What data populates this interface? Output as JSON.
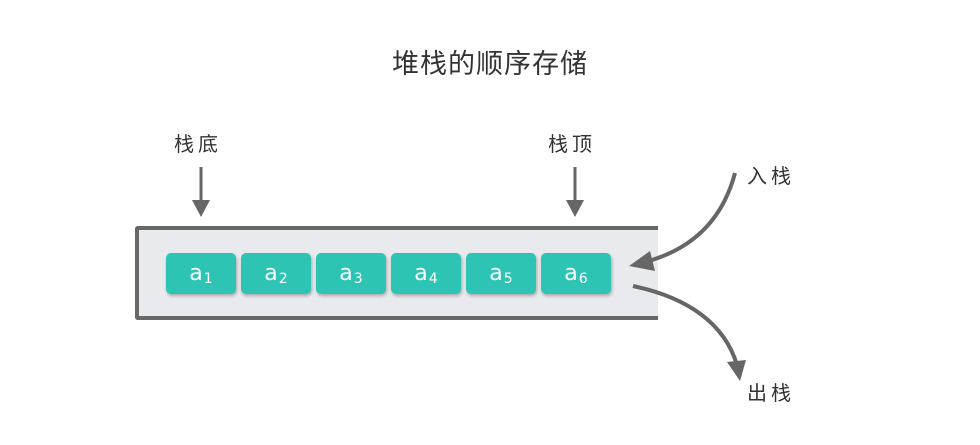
{
  "title": "堆栈的顺序存储",
  "labels": {
    "bottom": "栈底",
    "top": "栈顶",
    "push": "入栈",
    "pop": "出栈"
  },
  "cells": [
    {
      "base": "a",
      "sub": "1"
    },
    {
      "base": "a",
      "sub": "2"
    },
    {
      "base": "a",
      "sub": "3"
    },
    {
      "base": "a",
      "sub": "4"
    },
    {
      "base": "a",
      "sub": "5"
    },
    {
      "base": "a",
      "sub": "6"
    }
  ],
  "colors": {
    "cell": "#2ec4b4",
    "container_fill": "#e8eaed",
    "container_border": "#676767",
    "arrow": "#666666",
    "text": "#333333"
  }
}
